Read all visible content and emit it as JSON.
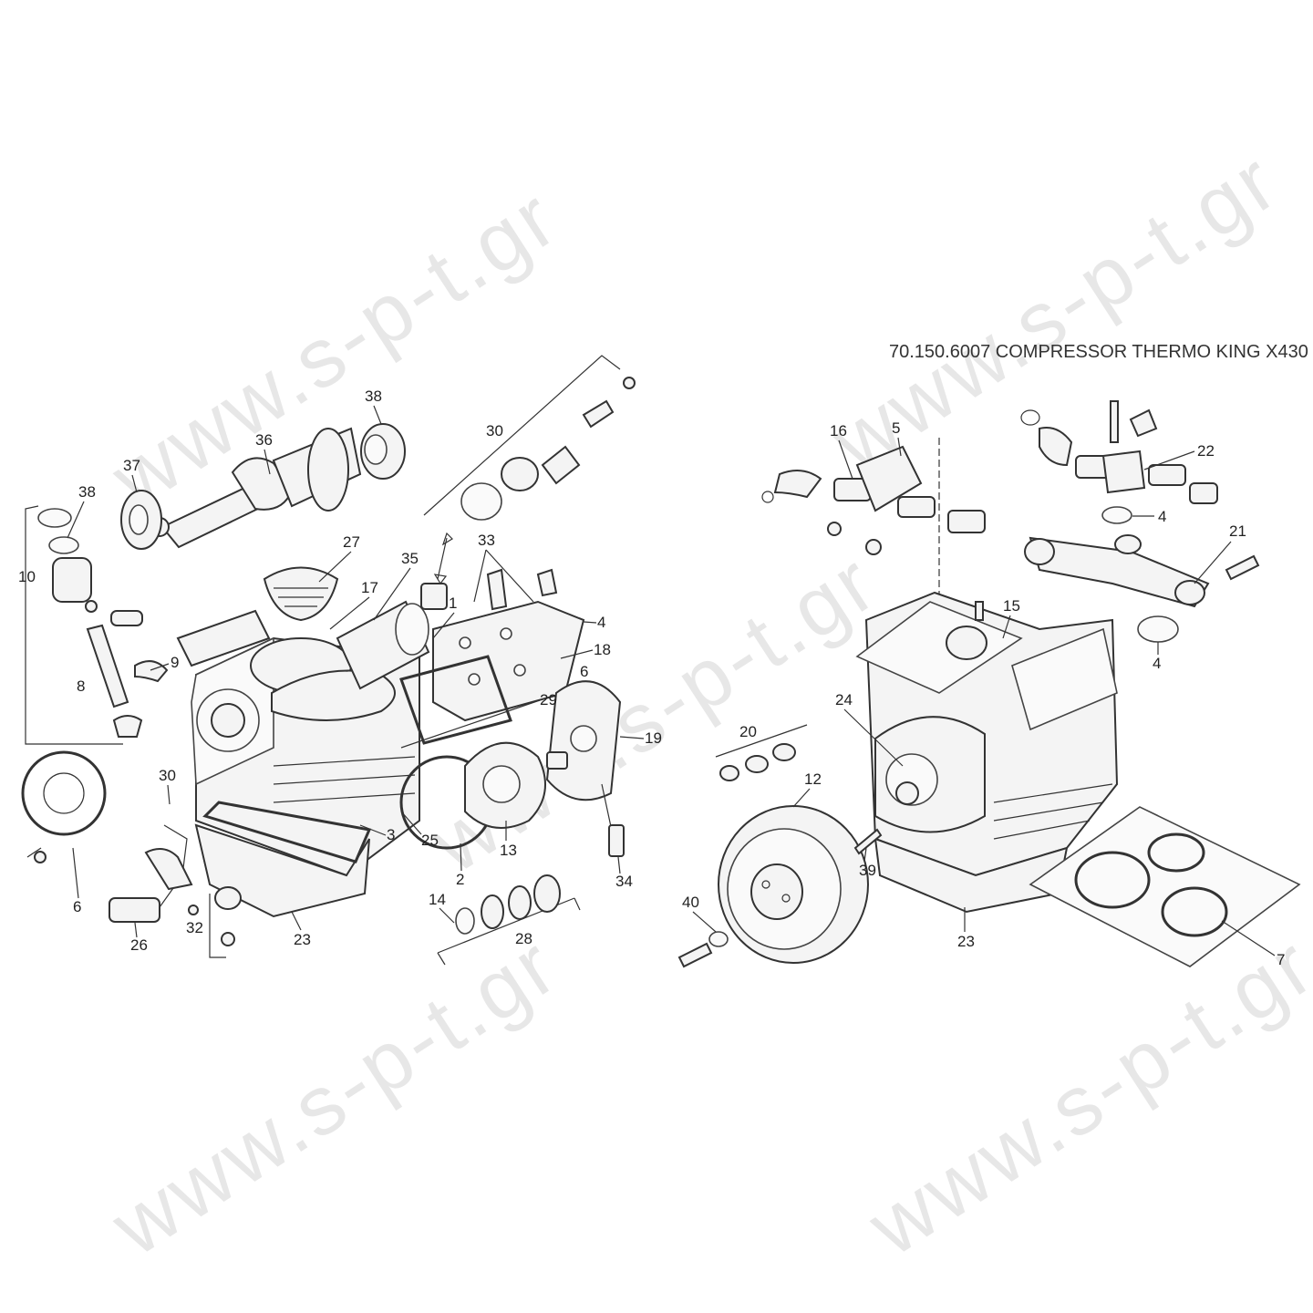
{
  "title": "70.150.6007 COMPRESSOR THERMO KING X430",
  "watermark": "www.s-p-t.gr",
  "left_diagram": {
    "callouts": [
      "38",
      "36",
      "37",
      "38",
      "10",
      "30",
      "27",
      "35",
      "17",
      "33",
      "1",
      "4",
      "18",
      "8",
      "9",
      "29",
      "6",
      "19",
      "30",
      "3",
      "25",
      "2",
      "13",
      "34",
      "6",
      "14",
      "28",
      "26",
      "32",
      "23"
    ]
  },
  "right_diagram": {
    "callouts": [
      "16",
      "5",
      "22",
      "4",
      "21",
      "15",
      "4",
      "24",
      "20",
      "12",
      "39",
      "40",
      "23",
      "7"
    ]
  }
}
